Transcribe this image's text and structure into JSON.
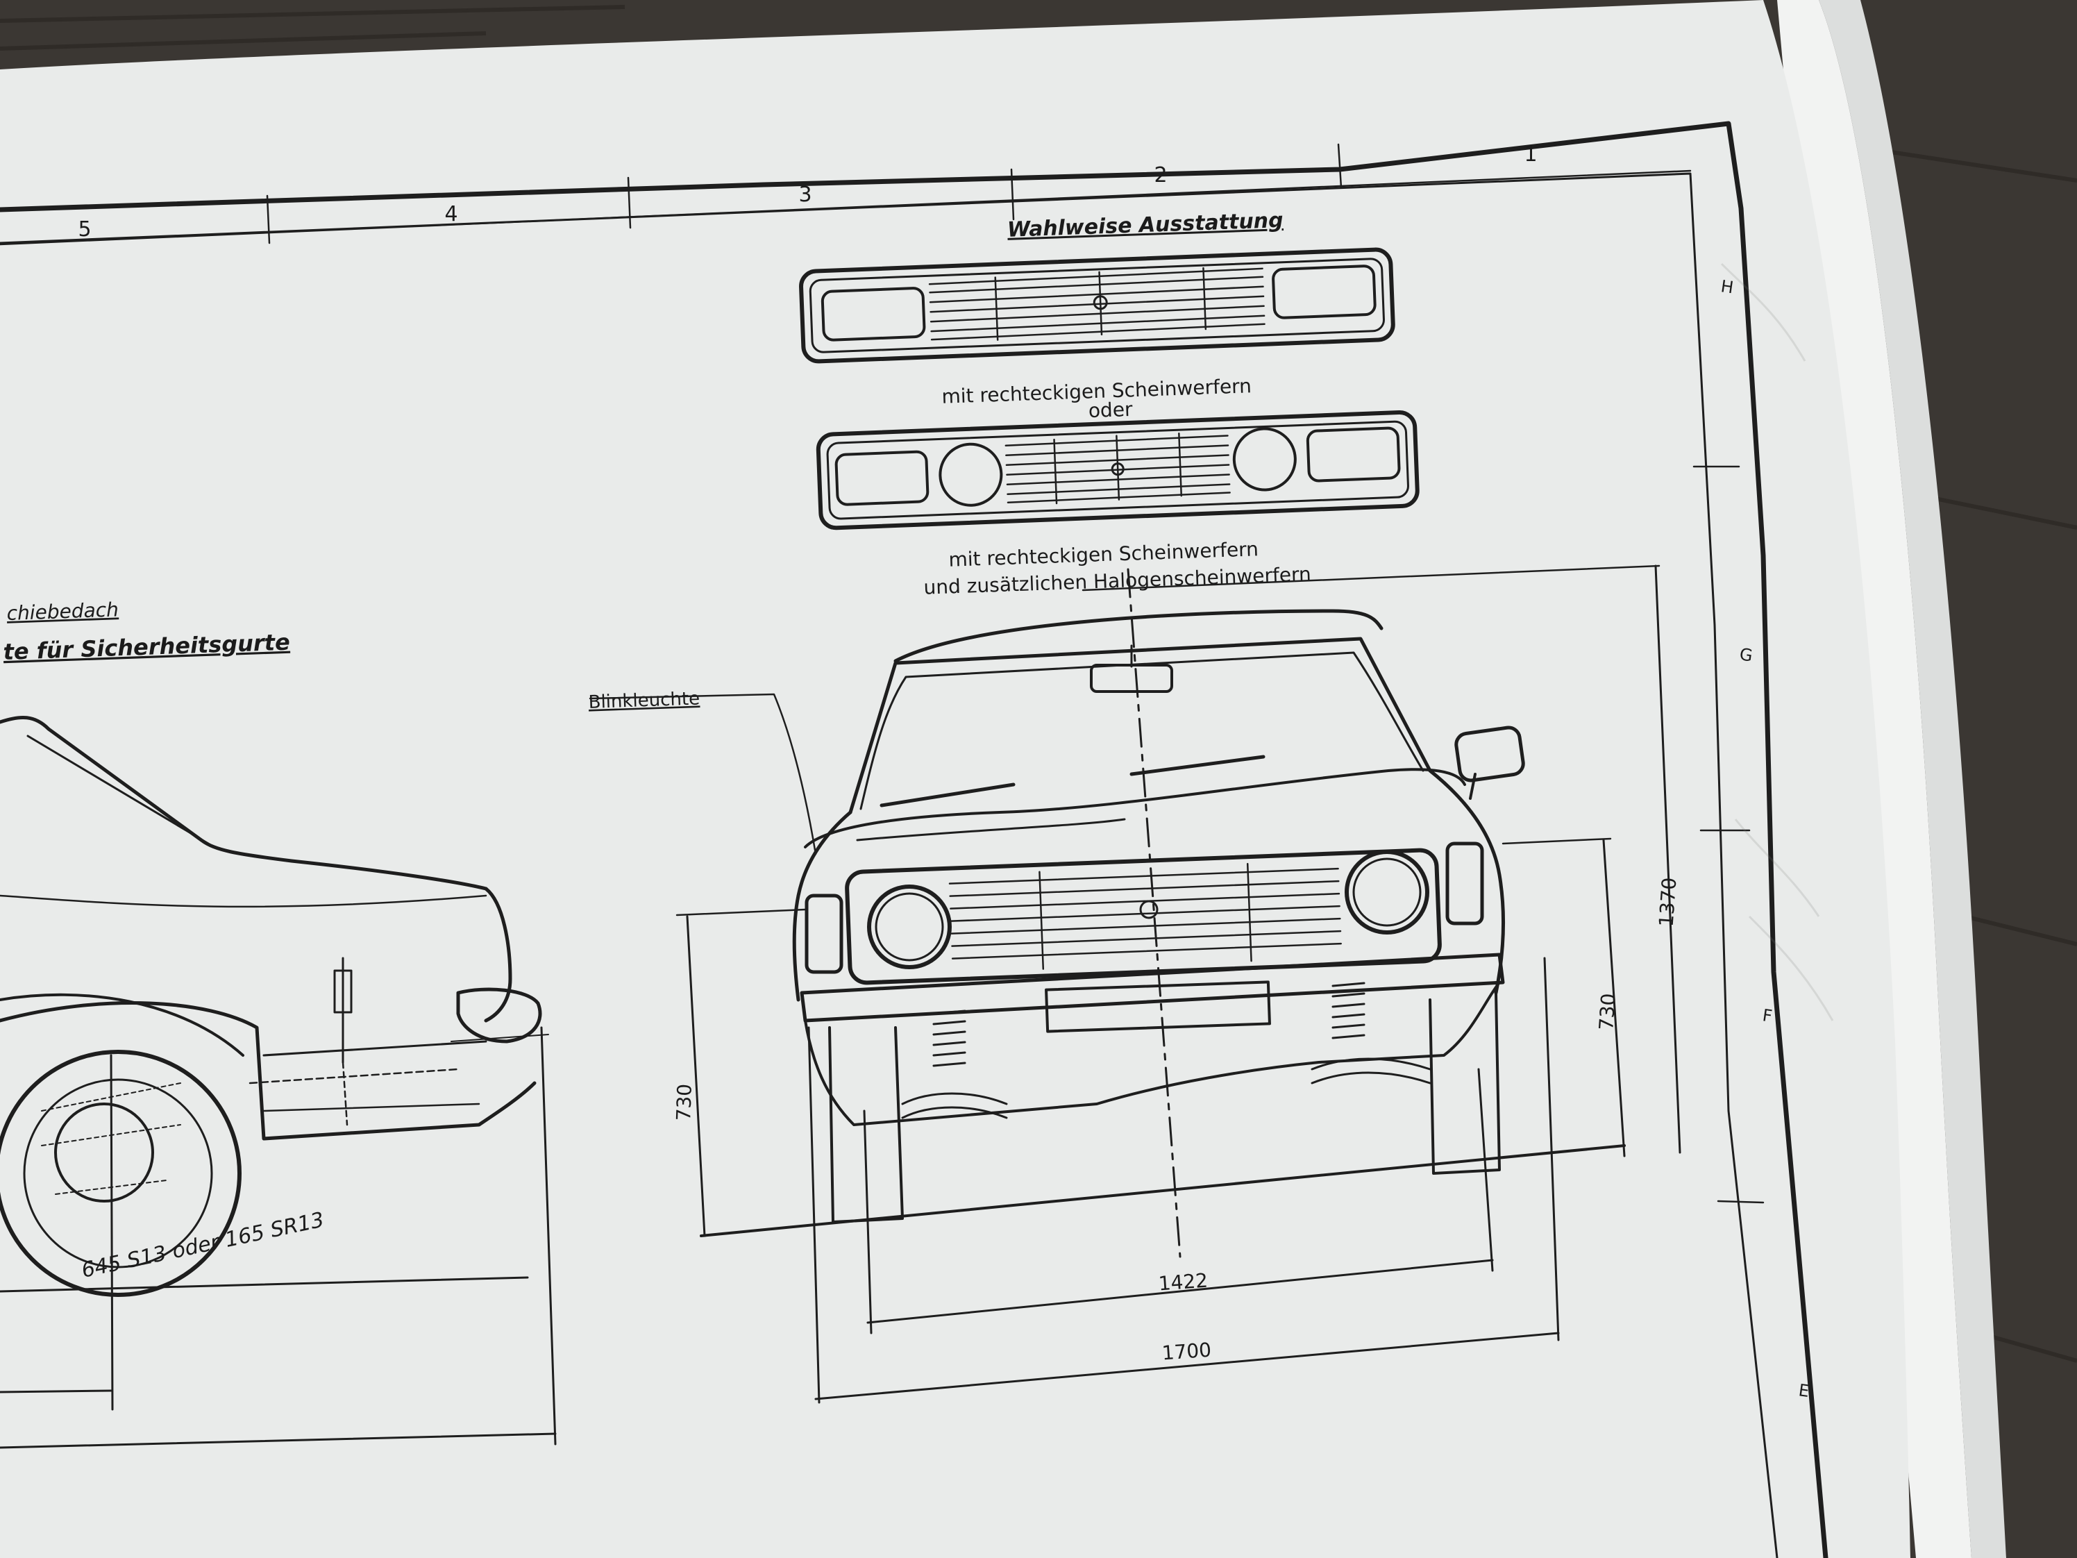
{
  "drawing": {
    "column_numbers": [
      "5",
      "4",
      "3",
      "2",
      "1"
    ],
    "row_letters": [
      "H",
      "G",
      "F",
      "E"
    ],
    "optional_equipment": {
      "heading": "Wahlweise Ausstattung",
      "grille_a_caption": "mit rechteckigen Scheinwerfern",
      "separator": "oder",
      "grille_b_caption_line1": "mit rechteckigen Scheinwerfern",
      "grille_b_caption_line2": "und zusätzlichen Halogenscheinwerfern"
    },
    "side_view": {
      "label_sunroof": "chiebedach",
      "label_seatbelts": "te für Sicherheitsgurte",
      "tyre_text": "645 S13 oder 165 SR13"
    },
    "front_view": {
      "label_indicator": "Blinkleuchte",
      "dim_height_total": "1370",
      "dim_height_left": "730",
      "dim_height_right": "730",
      "dim_track": "1422",
      "dim_width": "1700"
    }
  },
  "colors": {
    "paper": "#e9ebea",
    "ink": "#1e1e1e",
    "table": "#3a3632"
  }
}
